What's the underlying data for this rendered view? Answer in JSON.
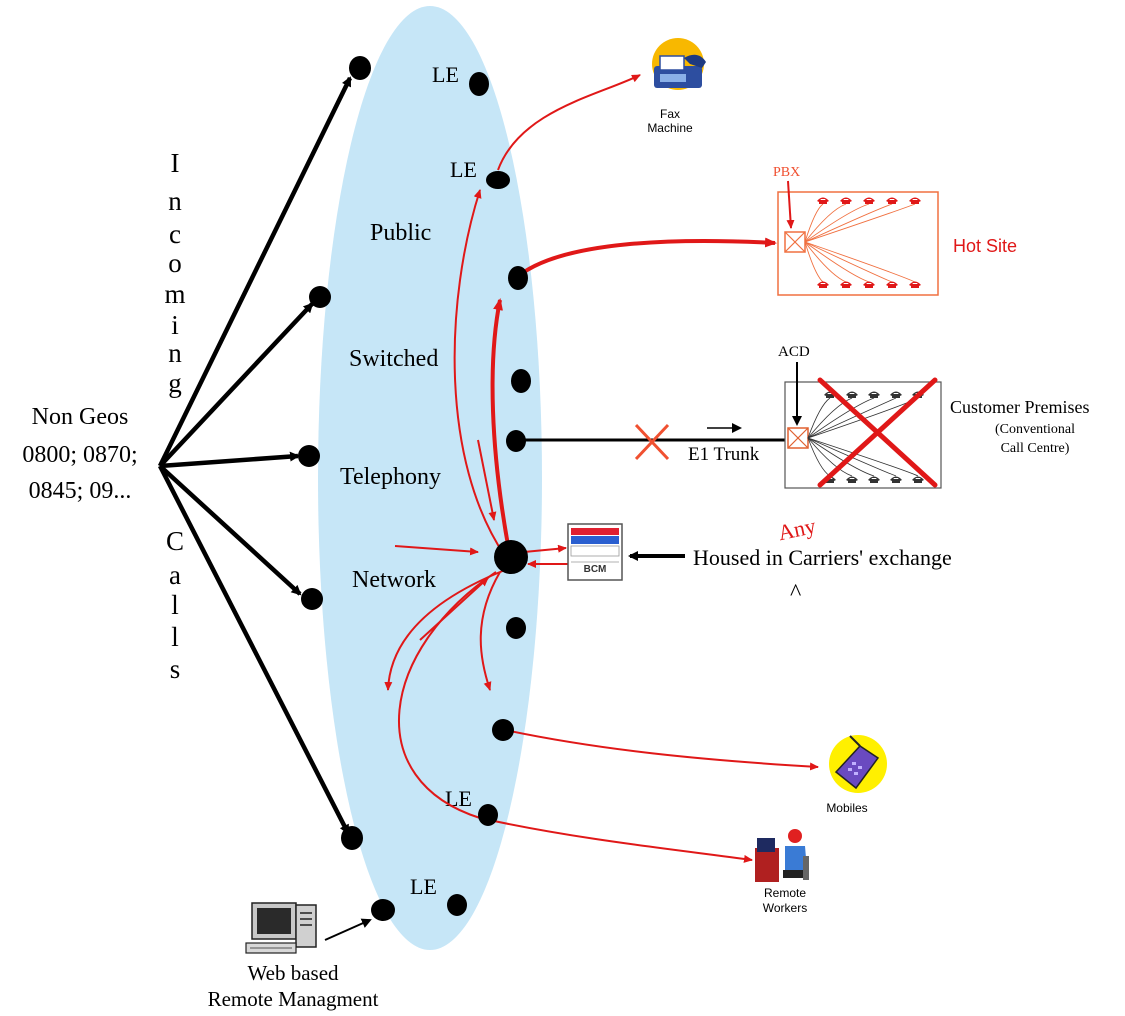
{
  "colors": {
    "network_fill": "#c6e6f7",
    "red": "#e01818",
    "orange": "#f07040",
    "black": "#000000"
  },
  "left_block": {
    "vertical_incoming": "Incoming",
    "vertical_calls": "Calls",
    "non_geos_line1": "Non Geos",
    "non_geos_line2": "0800; 0870;",
    "non_geos_line3": "0845; 09..."
  },
  "network": {
    "word_public": "Public",
    "word_switched": "Switched",
    "word_telephony": "Telephony",
    "word_network": "Network",
    "le_label": "LE"
  },
  "devices": {
    "fax_line1": "Fax",
    "fax_line2": "Machine",
    "mobiles": "Mobiles",
    "remote_workers_line1": "Remote",
    "remote_workers_line2": "Workers",
    "bcm_label": "BCM",
    "web_line1": "Web based",
    "web_line2": "Remote Managment"
  },
  "hot_site": {
    "pbx_label": "PBX",
    "title": "Hot Site"
  },
  "customer": {
    "acd_label": "ACD",
    "title": "Customer Premises",
    "sub1": "(Conventional",
    "sub2": "Call Centre)",
    "trunk_label": "E1 Trunk"
  },
  "bcm_note": {
    "any": "Any",
    "housed": "Housed in Carriers' exchange",
    "caret": "^"
  },
  "icons": [
    "fax-icon",
    "phone-icon",
    "mobile-phone-icon",
    "remote-worker-icon",
    "computer-icon",
    "bcm-server-icon",
    "cross-icon"
  ]
}
